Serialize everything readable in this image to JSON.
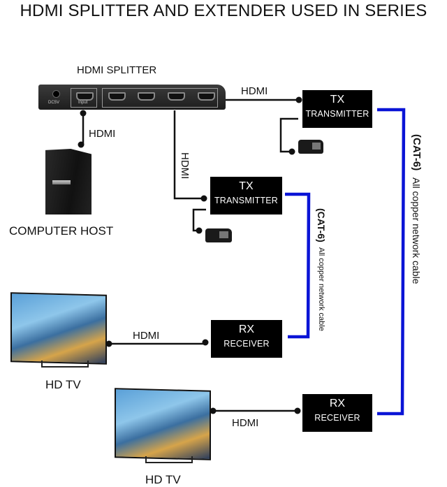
{
  "title": "HDMI SPLITTER AND EXTENDER USED IN SERIES",
  "devices": {
    "splitter": {
      "label": "HDMI SPLITTER",
      "power_port_label": "DC5V",
      "input_label": "Input",
      "output_count": 4
    },
    "computer": {
      "label": "COMPUTER HOST"
    },
    "tx1": {
      "title": "TX",
      "subtitle": "TRANSMITTER"
    },
    "tx2": {
      "title": "TX",
      "subtitle": "TRANSMITTER"
    },
    "rx1": {
      "title": "RX",
      "subtitle": "RECEIVER"
    },
    "rx2": {
      "title": "RX",
      "subtitle": "RECEIVER"
    },
    "tv1": {
      "label": "HD TV"
    },
    "tv2": {
      "label": "HD TV"
    }
  },
  "cables": {
    "hdmi_splitter_to_computer": "HDMI",
    "hdmi_splitter_to_tx1": "HDMI",
    "hdmi_splitter_to_tx2": "HDMI",
    "hdmi_rx1_to_tv1": "HDMI",
    "hdmi_rx2_to_tv2": "HDMI",
    "cat6_short": {
      "prefix": "(CAT-6)",
      "text": "All copper network cable"
    },
    "cat6_long": {
      "prefix": "(CAT-6)",
      "text": "All copper network cable"
    }
  },
  "colors": {
    "network_cable": "#0a14d6",
    "hdmi_cable": "#111111",
    "device_box": "#000000"
  }
}
